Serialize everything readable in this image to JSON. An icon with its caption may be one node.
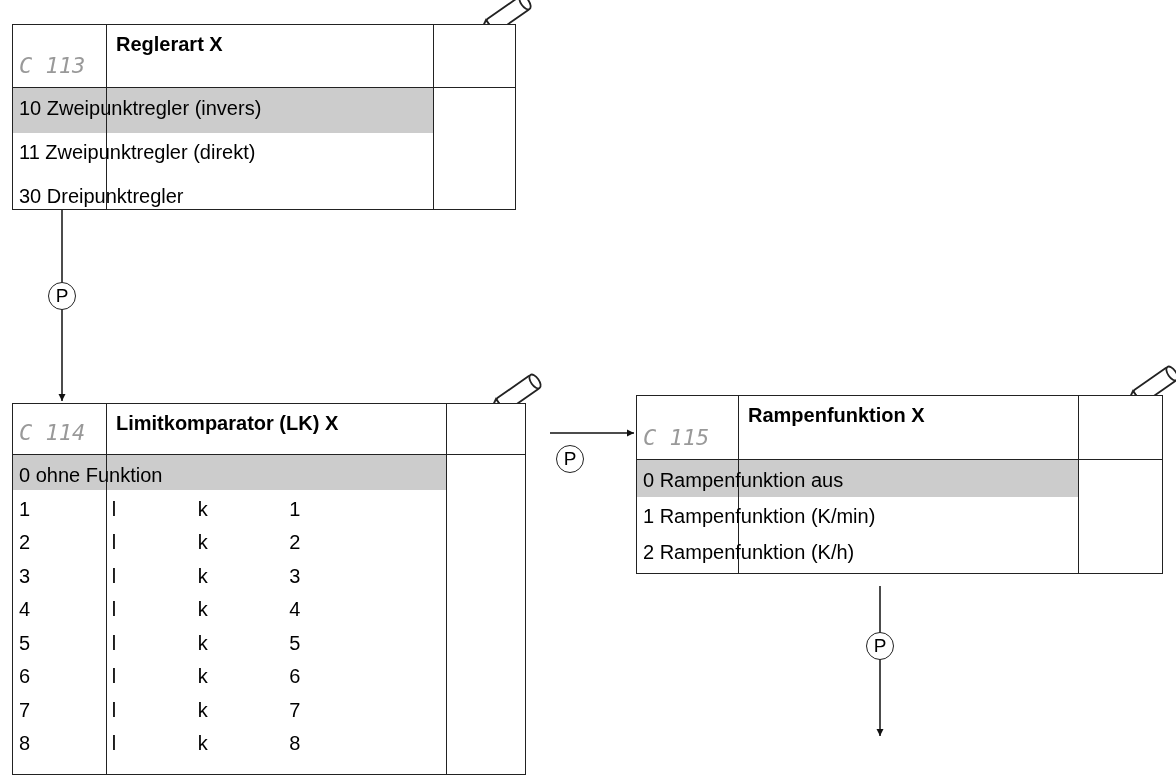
{
  "diagram": {
    "nodes": [
      {
        "text": [
          "C 113",
          "Reglerart X",
          "10 Zweipunktregler (invers)",
          "11 Zweipunktregler (direkt)",
          "30 Dreipunktregler"
        ]
      },
      {
        "text": [
          "C 114",
          "Limitkomparator (LK) X",
          "0 ohne Funktion",
          "1 l k 1",
          "2 l k 2",
          "3 l k 3",
          "4 l k 4",
          "5 l k 5",
          "6 l k 6",
          "7 l k 7",
          "8 l k 8"
        ]
      },
      {
        "text": [
          "C 115",
          "Rampenfunktion X",
          "0 Rampenfunktion aus",
          "1 Rampenfunktion (K/min)",
          "2 Rampenfunktion (K/h)"
        ]
      }
    ],
    "edges": [
      {
        "from": 0,
        "to": 1,
        "arrow": "to",
        "label": "P"
      },
      {
        "from": 1,
        "to": 2,
        "arrow": "to",
        "label": "P"
      },
      {
        "from": 2,
        "to": null,
        "arrow": "to",
        "label": "P"
      }
    ]
  }
}
